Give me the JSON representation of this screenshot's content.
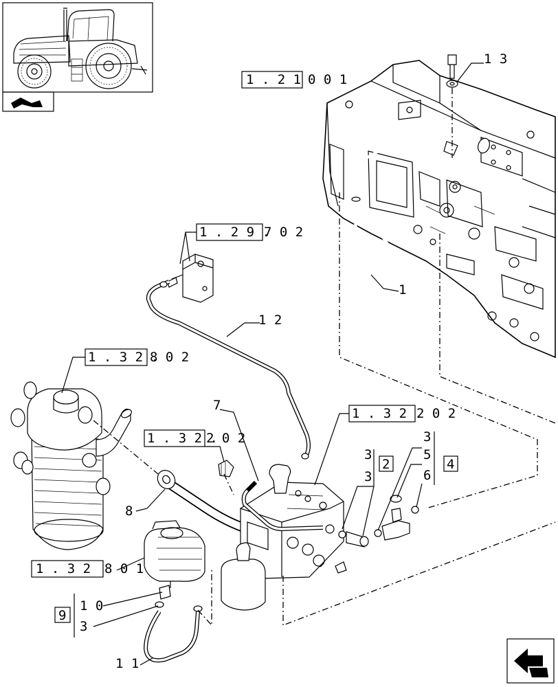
{
  "references": {
    "r1_21_0": {
      "boxed": "1 . 2 1",
      "rest": "0  0 1"
    },
    "r1_29_7": {
      "boxed": "1 . 2 9 .",
      "rest": "7  0 2"
    },
    "r1_32_8_02": {
      "boxed": "1 . 3 2 .",
      "rest": "8  0 2"
    },
    "r1_32_2_02_right": {
      "boxed": "1 . 3 2 .",
      "rest": "2  0 2"
    },
    "r1_32_2_02_left": {
      "boxed": "1 . 3 2 .",
      "rest": "2  0 2"
    },
    "r1_32_8_01": {
      "boxed": "1 . 3 2",
      "rest": "8  0 1"
    }
  },
  "callouts": {
    "c1": "1",
    "c3a": "3",
    "c3b": "3",
    "c3c": "3",
    "c3d": "3",
    "c5": "5",
    "c6": "6",
    "c7": "7",
    "c8": "8",
    "c10": "1 0",
    "c11": "1 1",
    "c12": "1 2",
    "c13": "1 3"
  },
  "boxed_callouts": {
    "b2": "2",
    "b4": "4",
    "b9": "9"
  },
  "icons": {
    "thumbnail": "tractor-icon",
    "section_symbol": "section-arrow-icon",
    "navigation": "next-page-arrow-icon"
  }
}
